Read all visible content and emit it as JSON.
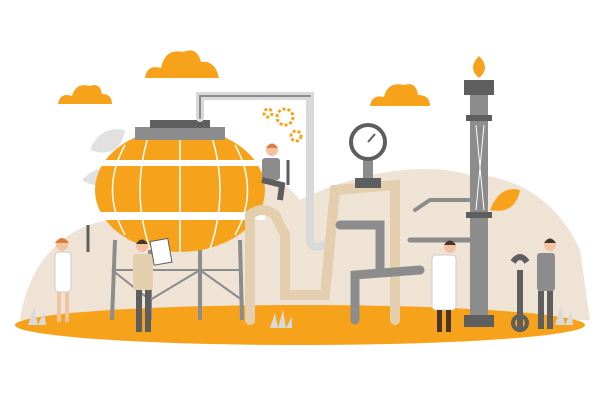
{
  "colors": {
    "orange": "#F7A21B",
    "beige": "#EFE3D6",
    "pipe_beige": "#E3CFAE",
    "gray": "#8C8C8C",
    "dark_gray": "#5E5E5E",
    "light_gray": "#D9D9D9",
    "skin": "#F2C3A0",
    "hair": "#4A3428"
  },
  "scene": {
    "elements": [
      "gas-tank",
      "pipes",
      "pressure-gauge",
      "flare-tower",
      "clouds",
      "workers"
    ]
  }
}
